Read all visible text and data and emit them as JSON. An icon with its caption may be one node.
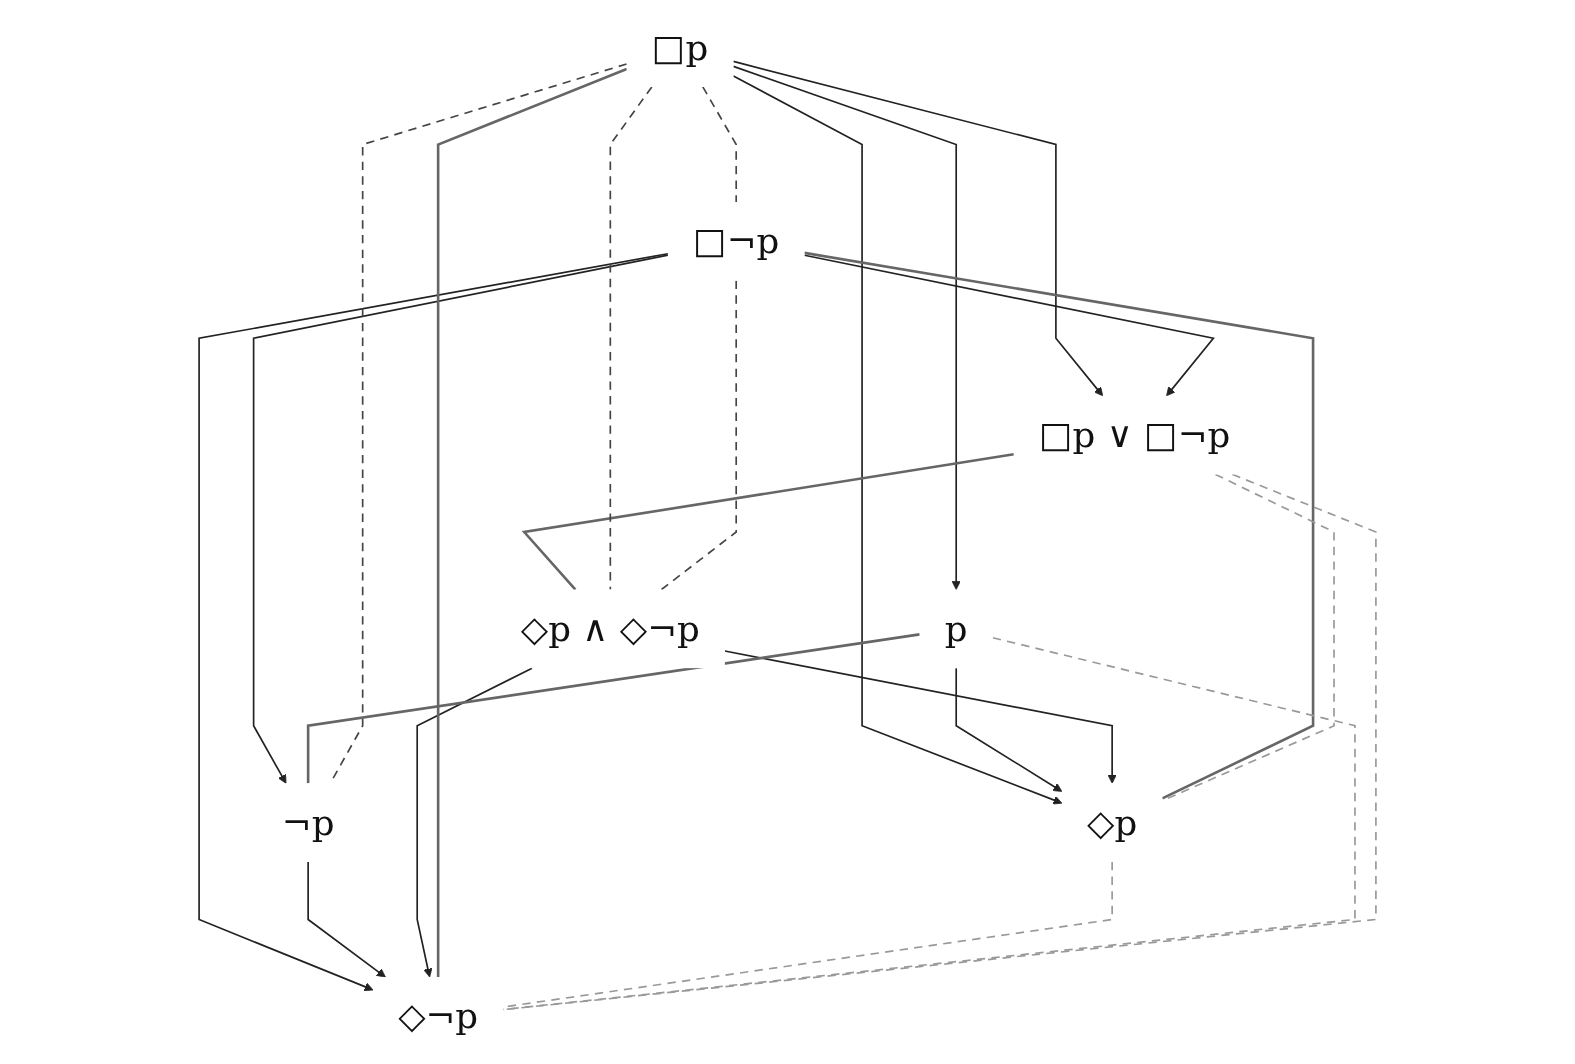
{
  "diagram": {
    "nodes": [
      {
        "text": [
          "□p ∨ □¬p"
        ]
      },
      {
        "text": [
          "□p"
        ]
      },
      {
        "text": [
          "□¬p"
        ]
      },
      {
        "text": [
          "p"
        ]
      },
      {
        "text": [
          "¬p"
        ]
      },
      {
        "text": [
          "◇p"
        ]
      },
      {
        "text": [
          "◇¬p"
        ]
      },
      {
        "text": [
          "◇p ∧ ◇¬p"
        ]
      }
    ],
    "edges": [
      {
        "from": 1,
        "to": 0,
        "arrow": "to"
      },
      {
        "from": 2,
        "to": 0,
        "arrow": "to"
      },
      {
        "from": 1,
        "to": 3,
        "arrow": "to"
      },
      {
        "from": 1,
        "to": 5,
        "arrow": "to"
      },
      {
        "from": 2,
        "to": 4,
        "arrow": "to"
      },
      {
        "from": 2,
        "to": 6,
        "arrow": "to"
      },
      {
        "from": 3,
        "to": 5,
        "arrow": "to"
      },
      {
        "from": 4,
        "to": 6,
        "arrow": "to"
      },
      {
        "from": 7,
        "to": 5,
        "arrow": "to"
      },
      {
        "from": 7,
        "to": 6,
        "arrow": "to"
      },
      {
        "from": 0,
        "to": 7,
        "arrow": "none",
        "color": "#666666"
      },
      {
        "from": 1,
        "to": 6,
        "arrow": "none",
        "color": "#666666"
      },
      {
        "from": 2,
        "to": 5,
        "arrow": "none",
        "color": "#666666"
      },
      {
        "from": 3,
        "to": 4,
        "arrow": "none",
        "color": "#666666"
      },
      {
        "from": 1,
        "to": 2,
        "arrow": "none",
        "style": "dashed",
        "color": "#444444"
      },
      {
        "from": 1,
        "to": 4,
        "arrow": "none",
        "style": "dashed",
        "color": "#444444"
      },
      {
        "from": 1,
        "to": 7,
        "arrow": "none",
        "style": "dashed",
        "color": "#444444"
      },
      {
        "from": 2,
        "to": 7,
        "arrow": "none",
        "style": "dashed",
        "color": "#444444"
      },
      {
        "from": 5,
        "to": 6,
        "arrow": "none",
        "style": "dashed",
        "color": "#999999"
      },
      {
        "from": 3,
        "to": 6,
        "arrow": "none",
        "style": "dashed",
        "color": "#999999"
      },
      {
        "from": 0,
        "to": 5,
        "arrow": "none",
        "style": "dashed",
        "color": "#999999"
      },
      {
        "from": 0,
        "to": 6,
        "arrow": "none",
        "style": "dashed",
        "color": "#999999"
      }
    ]
  }
}
